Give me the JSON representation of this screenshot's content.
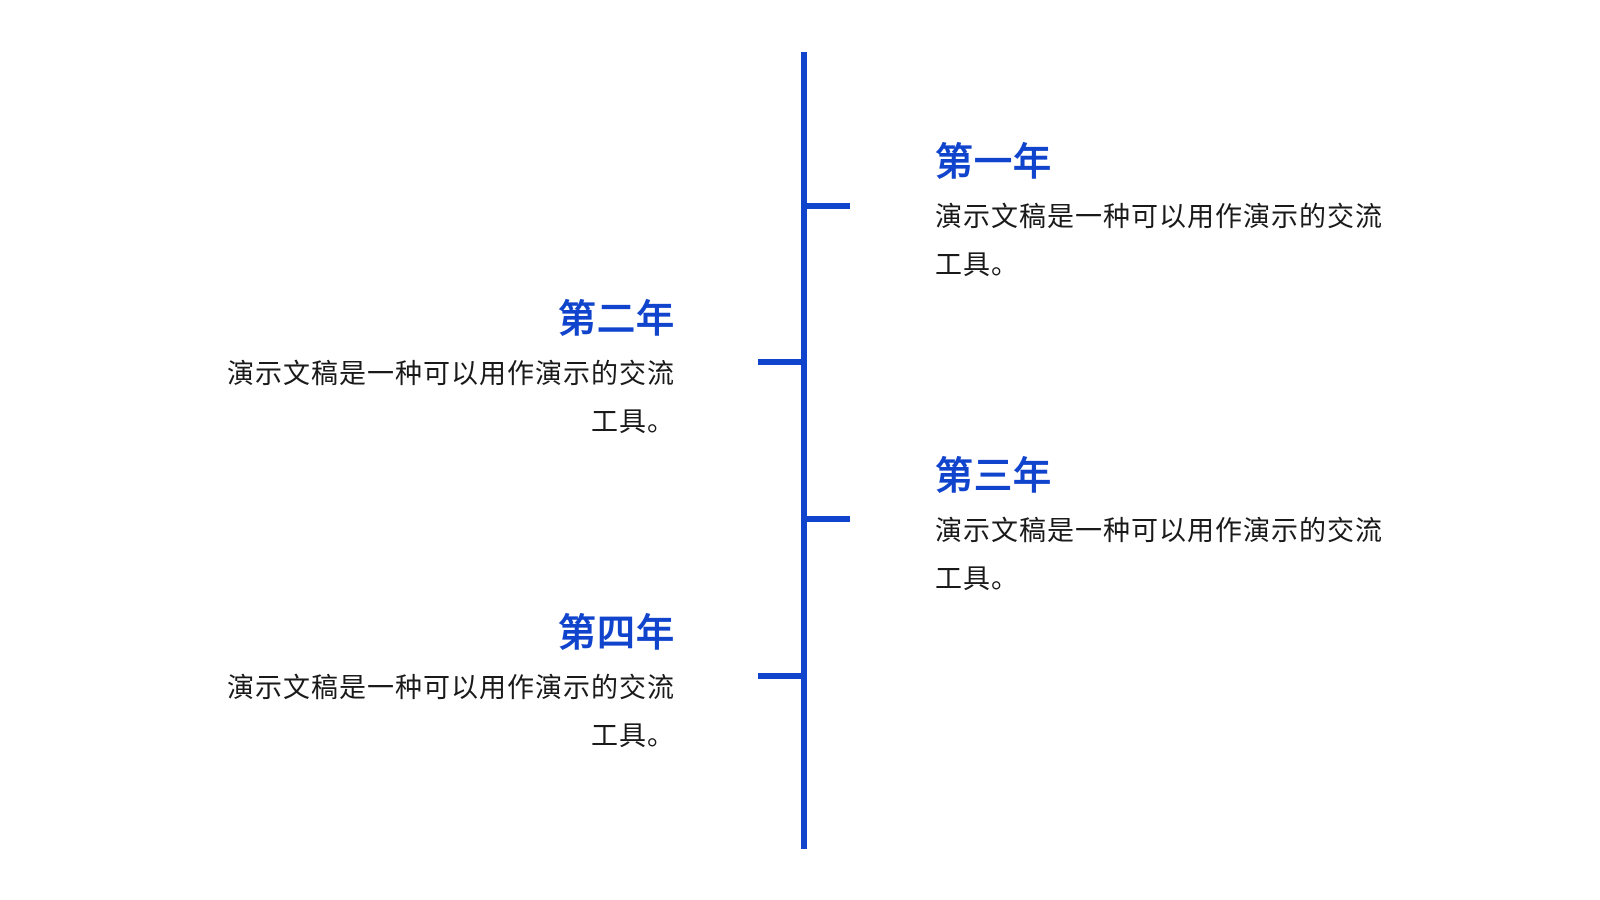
{
  "colors": {
    "accent": "#1144cc",
    "text": "#1a1a1a",
    "background": "#ffffff"
  },
  "timeline": {
    "items": [
      {
        "side": "right",
        "year": "第一年",
        "description": "演示文稿是一种可以用作演示的交流工具。"
      },
      {
        "side": "left",
        "year": "第二年",
        "description": "演示文稿是一种可以用作演示的交流工具。"
      },
      {
        "side": "right",
        "year": "第三年",
        "description": "演示文稿是一种可以用作演示的交流工具。"
      },
      {
        "side": "left",
        "year": "第四年",
        "description": "演示文稿是一种可以用作演示的交流工具。"
      }
    ]
  }
}
